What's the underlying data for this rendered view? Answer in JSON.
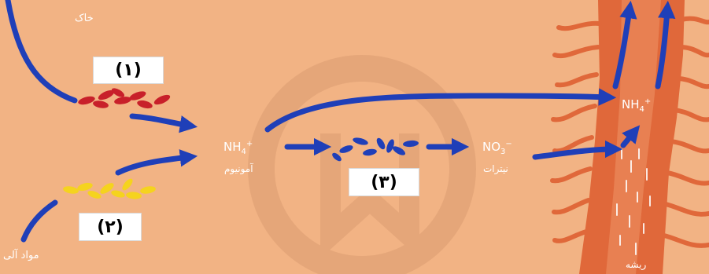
{
  "labels": {
    "soil": "خاک",
    "organic_matter": "مواد آلی",
    "root": "ریشه",
    "ammonium": "آمونیوم",
    "nitrate": "نیترات"
  },
  "formulas": {
    "ammonium_center": {
      "base": "NH",
      "sub": "4",
      "sup": "+"
    },
    "ammonium_root": {
      "base": "NH",
      "sub": "4",
      "sup": "+"
    },
    "nitrate": {
      "base": "NO",
      "sub": "3",
      "sup": "−"
    }
  },
  "boxes": {
    "step1": "(۱)",
    "step2": "(۲)",
    "step3": "(۳)"
  },
  "colors": {
    "background": "#f2b384",
    "arrow": "#1f3fb8",
    "red_bacteria": "#c8202a",
    "yellow_bacteria": "#f5d31e",
    "blue_bacteria": "#1f3fb8",
    "root": "#e0683a"
  }
}
